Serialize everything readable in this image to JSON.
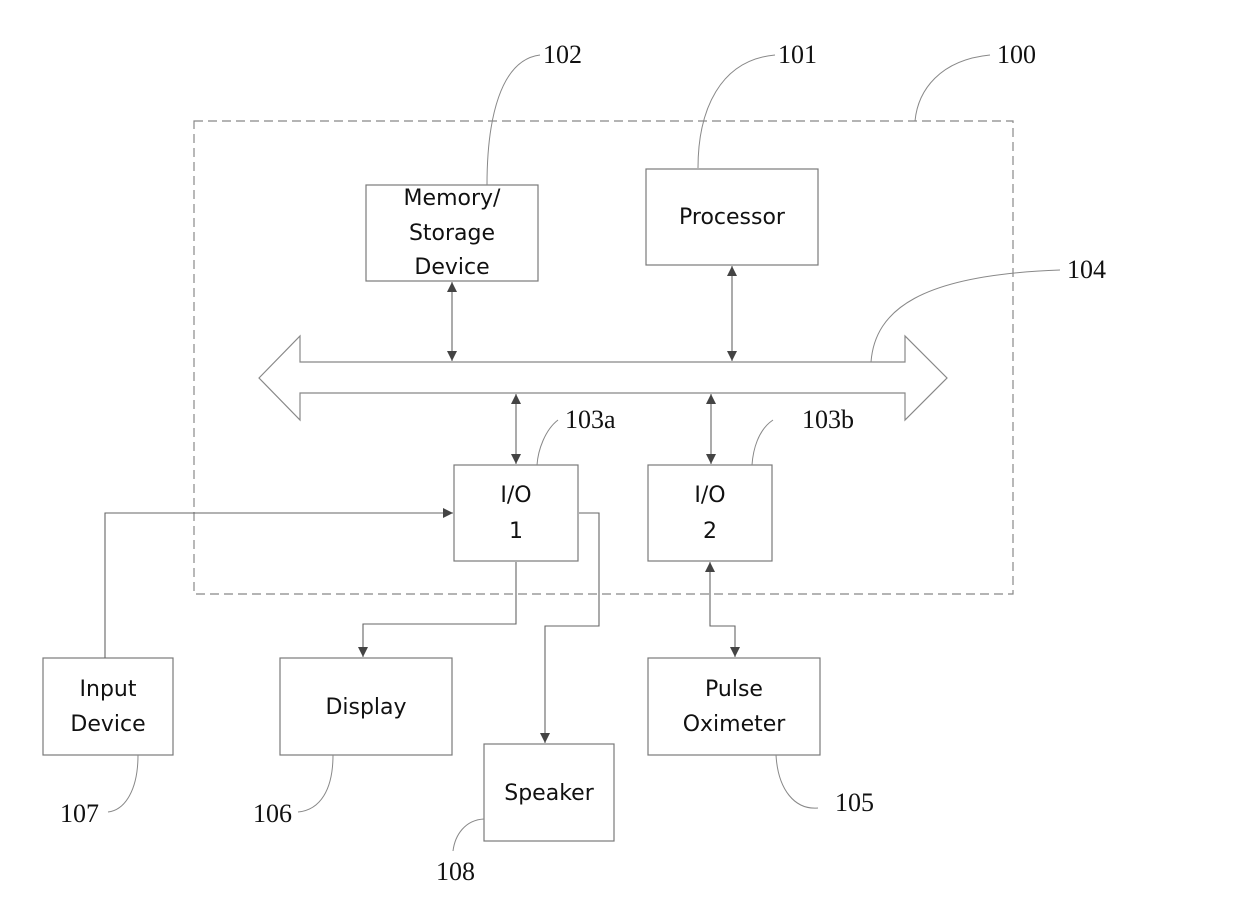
{
  "diagram": {
    "system": {
      "ref": "100"
    },
    "bus": {
      "ref": "104"
    },
    "blocks": {
      "memory": {
        "lines": [
          "Memory/",
          "Storage",
          "Device"
        ],
        "ref": "102"
      },
      "processor": {
        "lines": [
          "Processor"
        ],
        "ref": "101"
      },
      "io1": {
        "lines": [
          "I/O",
          "1"
        ],
        "ref": "103a"
      },
      "io2": {
        "lines": [
          "I/O",
          "2"
        ],
        "ref": "103b"
      },
      "input_device": {
        "lines": [
          "Input",
          "Device"
        ],
        "ref": "107"
      },
      "display": {
        "lines": [
          "Display"
        ],
        "ref": "106"
      },
      "speaker": {
        "lines": [
          "Speaker"
        ],
        "ref": "108"
      },
      "pulse_oximeter": {
        "lines": [
          "Pulse",
          "Oximeter"
        ],
        "ref": "105"
      }
    },
    "connections": [
      {
        "from": "memory",
        "to": "bus",
        "direction": "bidirectional"
      },
      {
        "from": "processor",
        "to": "bus",
        "direction": "bidirectional"
      },
      {
        "from": "bus",
        "to": "io1",
        "direction": "bidirectional"
      },
      {
        "from": "bus",
        "to": "io2",
        "direction": "bidirectional"
      },
      {
        "from": "input_device",
        "to": "io1",
        "direction": "unidirectional"
      },
      {
        "from": "io1",
        "to": "display",
        "direction": "unidirectional"
      },
      {
        "from": "io1",
        "to": "speaker",
        "direction": "unidirectional"
      },
      {
        "from": "io2",
        "to": "pulse_oximeter",
        "direction": "bidirectional"
      }
    ]
  }
}
